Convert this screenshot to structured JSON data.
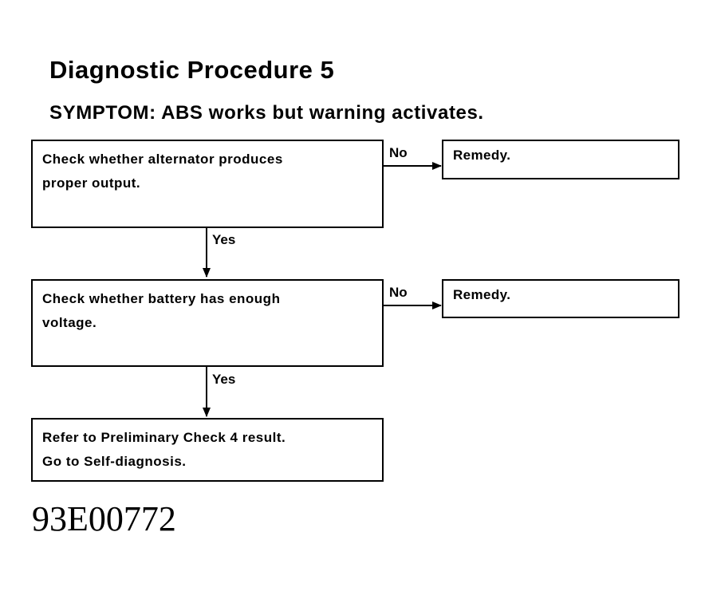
{
  "procedure": {
    "title": "Diagnostic Procedure 5",
    "symptom": "SYMPTOM: ABS works but warning activates."
  },
  "steps": [
    {
      "lines": [
        "Check whether alternator produces",
        "proper output."
      ],
      "no_label": "No",
      "remedy": "Remedy.",
      "yes_label": "Yes"
    },
    {
      "lines": [
        "Check whether battery has enough",
        "voltage."
      ],
      "no_label": "No",
      "remedy": "Remedy.",
      "yes_label": "Yes"
    },
    {
      "lines": [
        "Refer to Preliminary Check 4 result.",
        "Go to Self-diagnosis."
      ]
    }
  ],
  "figure_code": "93E00772"
}
